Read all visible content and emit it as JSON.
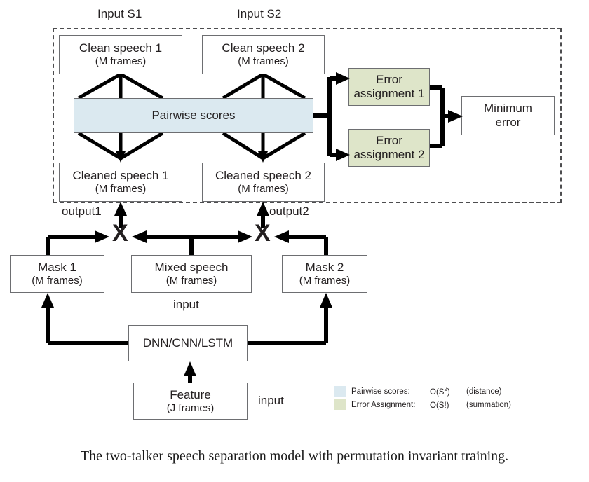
{
  "figure": {
    "caption": "The two-talker speech separation model with permutation invariant  training."
  },
  "colors": {
    "pairwise_fill": "#dbe9f0",
    "error_fill": "#dee5c9",
    "box_stroke": "#6d6e71",
    "wire": "#000000",
    "dashed_border": "#4d4d4f"
  },
  "top_labels": {
    "input_s1": "Input S1",
    "input_s2": "Input S2"
  },
  "boxes": {
    "clean_speech_1": {
      "line1": "Clean speech 1",
      "line2": "(M frames)"
    },
    "clean_speech_2": {
      "line1": "Clean speech 2",
      "line2": "(M frames)"
    },
    "pairwise_scores": {
      "line1": "Pairwise scores"
    },
    "cleaned_speech_1": {
      "line1": "Cleaned speech 1",
      "line2": "(M frames)"
    },
    "cleaned_speech_2": {
      "line1": "Cleaned speech 2",
      "line2": "(M frames)"
    },
    "error_assignment_1": {
      "line1": "Error",
      "line2": "assignment 1"
    },
    "error_assignment_2": {
      "line1": "Error",
      "line2": "assignment 2"
    },
    "minimum_error": {
      "line1": "Minimum",
      "line2": "error"
    },
    "mask_1": {
      "line1": "Mask 1",
      "line2": "(M frames)"
    },
    "mixed_speech": {
      "line1": "Mixed speech",
      "line2": "(M frames)"
    },
    "mask_2": {
      "line1": "Mask 2",
      "line2": "(M frames)"
    },
    "network": {
      "line1": "DNN/CNN/LSTM"
    },
    "feature": {
      "line1": "Feature",
      "line2": "(J frames)"
    }
  },
  "edge_labels": {
    "output1": "output1",
    "output2": "output2",
    "input_mixed": "input",
    "input_feature": "input",
    "multiply_1": "X",
    "multiply_2": "X"
  },
  "legend": {
    "rows": [
      {
        "swatch": "blue",
        "name": "Pairwise scores:",
        "order": "O(S2)",
        "order_base": "O(S",
        "order_sup": "2",
        "order_tail": ")",
        "note": "(distance)"
      },
      {
        "swatch": "green",
        "name": "Error Assignment:",
        "order": "O(S!)",
        "order_base": "O(S!",
        "order_sup": "",
        "order_tail": ")",
        "note": "(summation)"
      }
    ]
  }
}
